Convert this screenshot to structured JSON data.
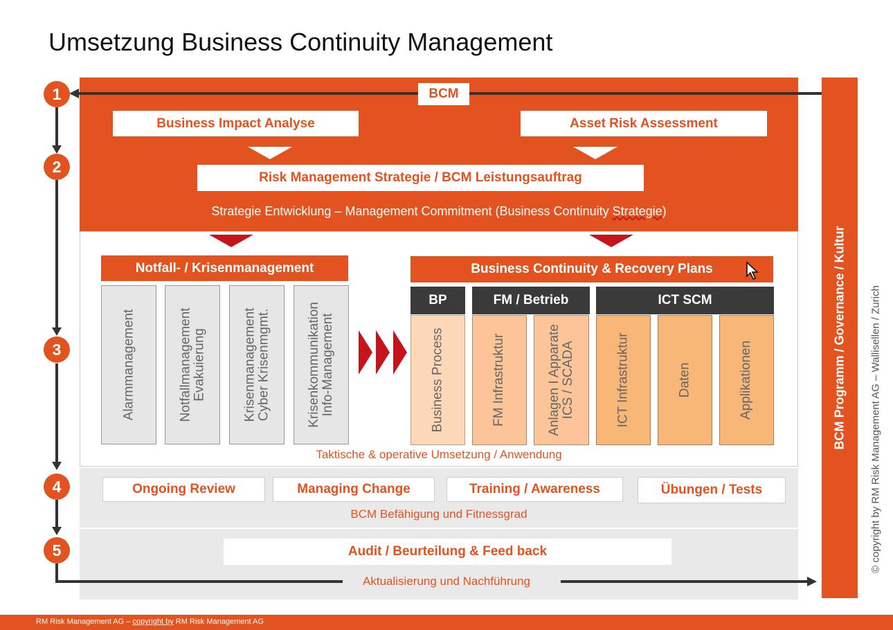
{
  "title": "Umsetzung Business Continuity Management",
  "steps": [
    "1",
    "2",
    "3",
    "4",
    "5"
  ],
  "bcm_label": "BCM",
  "top": {
    "bia": "Business Impact Analyse",
    "ara": "Asset Risk Assessment",
    "strategy": "Risk Management Strategie / BCM Leistungsauftrag",
    "caption_prefix": "Strategie Entwicklung – Management Commitment (Business Continuity ",
    "caption_underlined": "Strategie",
    "caption_suffix": ")"
  },
  "crisis": {
    "header": "Notfall- / Krisenmanagement",
    "columns": [
      "Alarmmanagement",
      "Notfallmanagement\nEvakuierung",
      "Krisenmanagement\nCyber Krisenmgmt.",
      "Krisenkommunikation\nInfo-Management"
    ]
  },
  "bcrp": {
    "header": "Business Continuity & Recovery Plans",
    "groups": [
      "BP",
      "FM / Betrieb",
      "ICT SCM"
    ],
    "columns": [
      "Business Process",
      "FM Infrastruktur",
      "Anlagen I Apparate\nICS / SCADA",
      "ICT Infrastruktur",
      "Daten",
      "Applikationen"
    ]
  },
  "middle_caption": "Taktische & operative Umsetzung / Anwendung",
  "enable": {
    "items": [
      "Ongoing Review",
      "Managing Change",
      "Training / Awareness",
      "Übungen / Tests"
    ],
    "caption": "BCM Befähigung und Fitnessgrad"
  },
  "audit": {
    "box": "Audit / Beurteilung & Feed back",
    "caption": "Aktualisierung und Nachführung"
  },
  "right_bar": "BCM Programm / Governance / Kultur",
  "side_copyright": "© copyright by RM Risk Management AG – Wallisellen / Zurich",
  "footer": {
    "prefix": "RM Risk Management AG – ",
    "link": "copyright by",
    "suffix": " RM Risk Management AG"
  },
  "colors": {
    "orange": "#e2531f",
    "red": "#c6141c",
    "dark": "#3a3a3a"
  }
}
